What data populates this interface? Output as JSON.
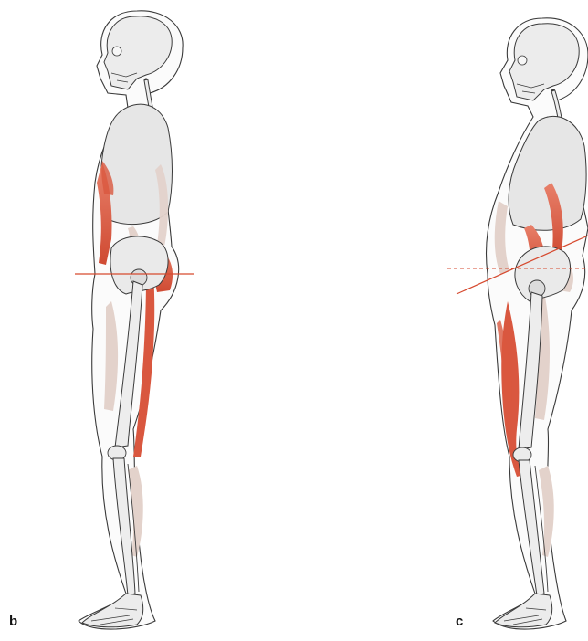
{
  "panels": [
    {
      "label": "b",
      "pelvis_axis": "horizontal"
    },
    {
      "label": "c",
      "pelvis_axis": "tilted"
    }
  ],
  "colors": {
    "active_muscle": "#d9573f",
    "passive_muscle": "#e3d2cb",
    "bone_fill": "#e8e8e8",
    "outline": "#3a3a3a",
    "axis_line": "#d64a2f"
  }
}
